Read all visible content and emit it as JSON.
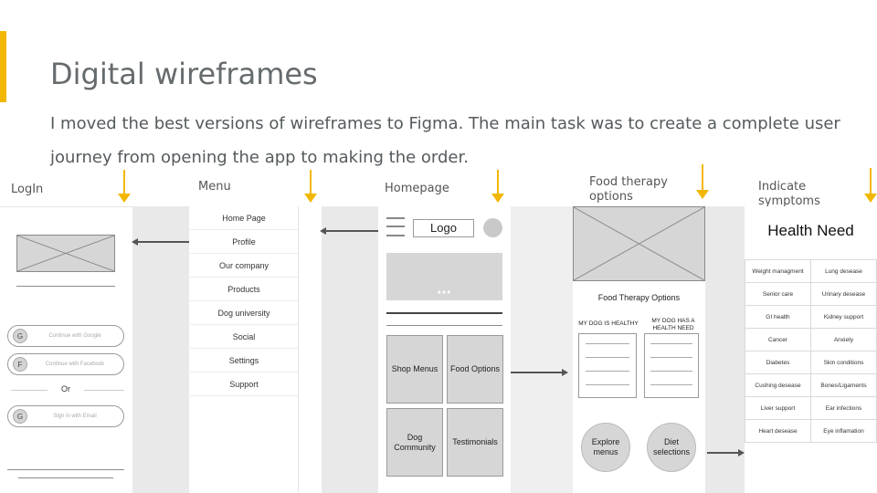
{
  "slide": {
    "title": "Digital wireframes",
    "subtitle": "I moved the best versions of wireframes to Figma. The main task was to create a complete user journey from opening the app to making the order.",
    "accent_color": "#f2b705"
  },
  "columns": {
    "login": "LogIn",
    "menu": "Menu",
    "homepage": "Homepage",
    "food_therapy_line1": "Food therapy",
    "food_therapy_line2": "options",
    "indicate_line1": "Indicate",
    "indicate_line2": "symptoms"
  },
  "login_screen": {
    "google": {
      "icon": "G",
      "label": "Continue with Google"
    },
    "facebook": {
      "icon": "F",
      "label": "Continue with Facebook"
    },
    "or": "Or",
    "email": {
      "icon": "G",
      "label": "Sign in with Email"
    }
  },
  "menu_screen": {
    "items": [
      "Home Page",
      "Profile",
      "Our company",
      "Products",
      "Dog university",
      "Social",
      "Settings",
      "Support"
    ]
  },
  "home_screen": {
    "logo": "Logo",
    "carousel_dots": "●●●",
    "tiles": {
      "shop_menus": "Shop Menus",
      "food_options": "Food Options",
      "dog_community": "Dog Community",
      "testimonials": "Testimonials"
    }
  },
  "food_screen": {
    "heading": "Food Therapy Options",
    "col1": "MY DOG IS HEALTHY",
    "col2": "MY DOG HAS A HEALTH NEED",
    "explore": "Explore menus",
    "diet": "Diet selections"
  },
  "health_screen": {
    "heading": "Health Need",
    "rows": [
      [
        "Weight managment",
        "Lung desease"
      ],
      [
        "Senior care",
        "Urinary desease"
      ],
      [
        "GI health",
        "Kidney support"
      ],
      [
        "Cancer",
        "Anxiety"
      ],
      [
        "Diabetes",
        "Skin conditions"
      ],
      [
        "Cushing desease",
        "Bones/Ligaments"
      ],
      [
        "Liver support",
        "Ear infections"
      ],
      [
        "Heart desease",
        "Eye inflamation"
      ]
    ]
  }
}
